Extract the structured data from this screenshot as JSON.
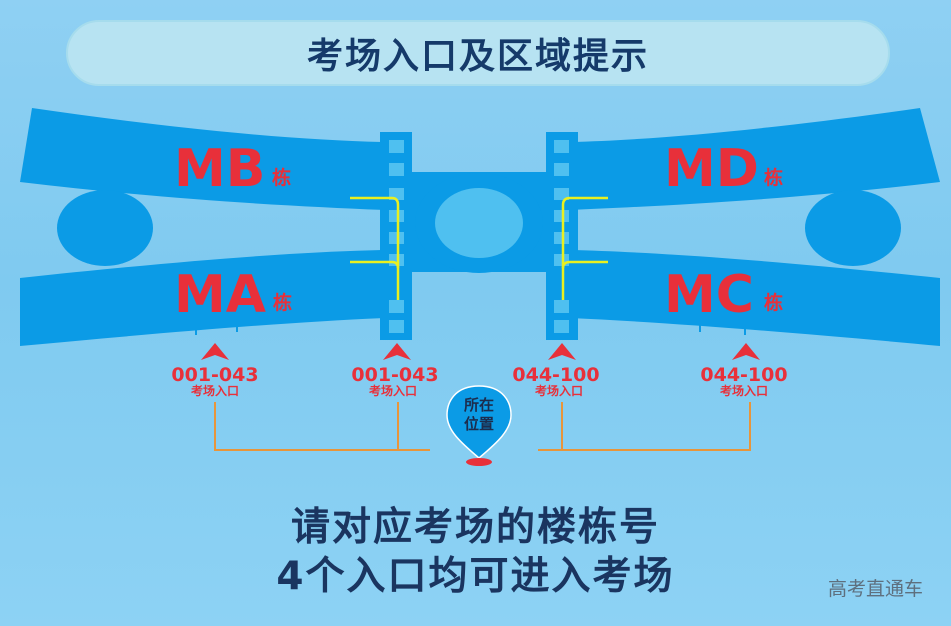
{
  "title": "考场入口及区域提示",
  "buildings": {
    "mb": {
      "name": "MB",
      "suffix": "栋"
    },
    "md": {
      "name": "MD",
      "suffix": "栋"
    },
    "ma": {
      "name": "MA",
      "suffix": "栋"
    },
    "mc": {
      "name": "MC",
      "suffix": "栋"
    }
  },
  "entrances": [
    {
      "range": "001-043",
      "label": "考场入口"
    },
    {
      "range": "001-043",
      "label": "考场入口"
    },
    {
      "range": "044-100",
      "label": "考场入口"
    },
    {
      "range": "044-100",
      "label": "考场入口"
    }
  ],
  "location_pin": {
    "line1": "所在",
    "line2": "位置"
  },
  "footer": {
    "line1": "请对应考场的楼栋号",
    "line2": "4个入口均可进入考场"
  },
  "watermark": "高考直通车",
  "colors": {
    "building": "#0b9be6",
    "label_red": "#e8303a",
    "path_orange": "#e8953a",
    "marker_yellow": "#e9f020",
    "title_text": "#153a6a"
  }
}
